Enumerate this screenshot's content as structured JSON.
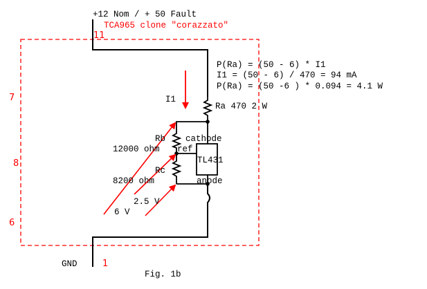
{
  "diagram": {
    "supply_label": "+12 Nom / + 50 Fault",
    "title": "TCA965 clone \"corazzato\"",
    "caption": "Fig. 1b",
    "ground_label": "GND",
    "pins": {
      "pin11": "11",
      "pin7": "7",
      "pin8": "8",
      "pin6": "6",
      "pin1": "1"
    },
    "equations": [
      "P(Ra) = (50 - 6) * I1",
      "I1 = (50 - 6) / 470 = 94 mA",
      "P(Ra) = (50 -6 ) * 0.094 = 4.1 W"
    ],
    "current_label": "I1",
    "components": {
      "ra": "Ra 470 2 W",
      "rb_name": "Rb",
      "rb_value": "12000 ohm",
      "rc_name": "Rc",
      "rc_value": "8200 ohm",
      "ic": "TL431",
      "cathode": "cathode",
      "ref": "ref",
      "anode": "anode"
    },
    "voltages": {
      "v6": "6 V",
      "v25": "2.5 V"
    },
    "colors": {
      "wire": "#000000",
      "annotation": "#ff0000",
      "boundary": "#ff0000"
    }
  }
}
